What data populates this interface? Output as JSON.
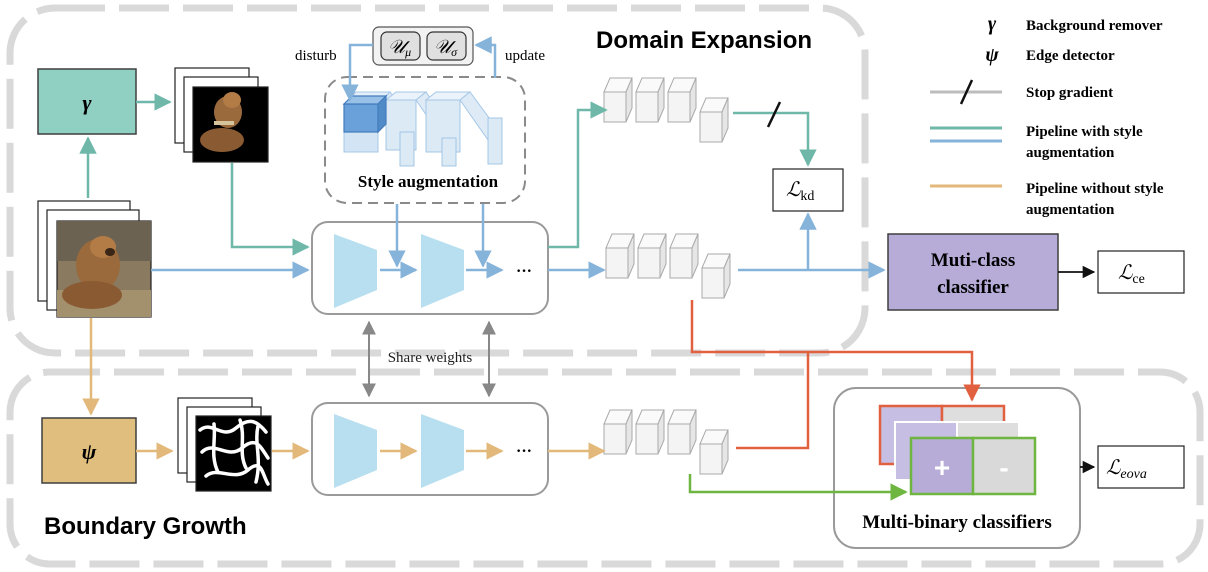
{
  "regions": {
    "domain_expansion": "Domain Expansion",
    "boundary_growth": "Boundary Growth"
  },
  "blocks": {
    "gamma_symbol": "γ",
    "psi_symbol": "ψ",
    "style_augmentation": "Style augmentation",
    "disturb": "disturb",
    "update": "update",
    "u_mu": "𝒰",
    "u_mu_sub": "μ",
    "u_sigma": "𝒰",
    "u_sigma_sub": "σ",
    "share_weights": "Share weights",
    "ellipsis_top": "···",
    "ellipsis_bottom": "···",
    "multi_class_line1": "Muti-class",
    "multi_class_line2": "classifier",
    "multi_binary": "Multi-binary classifiers",
    "plus": "+",
    "minus": "-"
  },
  "losses": {
    "kd_main": "ℒ",
    "kd_sub": "kd",
    "ce_main": "ℒ",
    "ce_sub": "ce",
    "eova_main": "ℒ",
    "eova_sub": "eova"
  },
  "legend": {
    "gamma_symbol": "γ",
    "gamma_label": "Background remover",
    "psi_symbol": "ψ",
    "psi_label": "Edge detector",
    "stop_gradient": "Stop gradient",
    "with_style_line1": "Pipeline with style",
    "with_style_line2": "augmentation",
    "without_style_line1": "Pipeline without style",
    "without_style_line2": "augmentation"
  },
  "colors": {
    "teal": "#6fb8a9",
    "blue": "#85b3d9",
    "orange": "#e2b97a",
    "red": "#e0603f",
    "green": "#6fb640",
    "gamma_fill": "#8fd0c3",
    "psi_fill": "#e0bf7e",
    "classifier_fill": "#b7acd8",
    "encoder_fill": "#b8dff0"
  }
}
